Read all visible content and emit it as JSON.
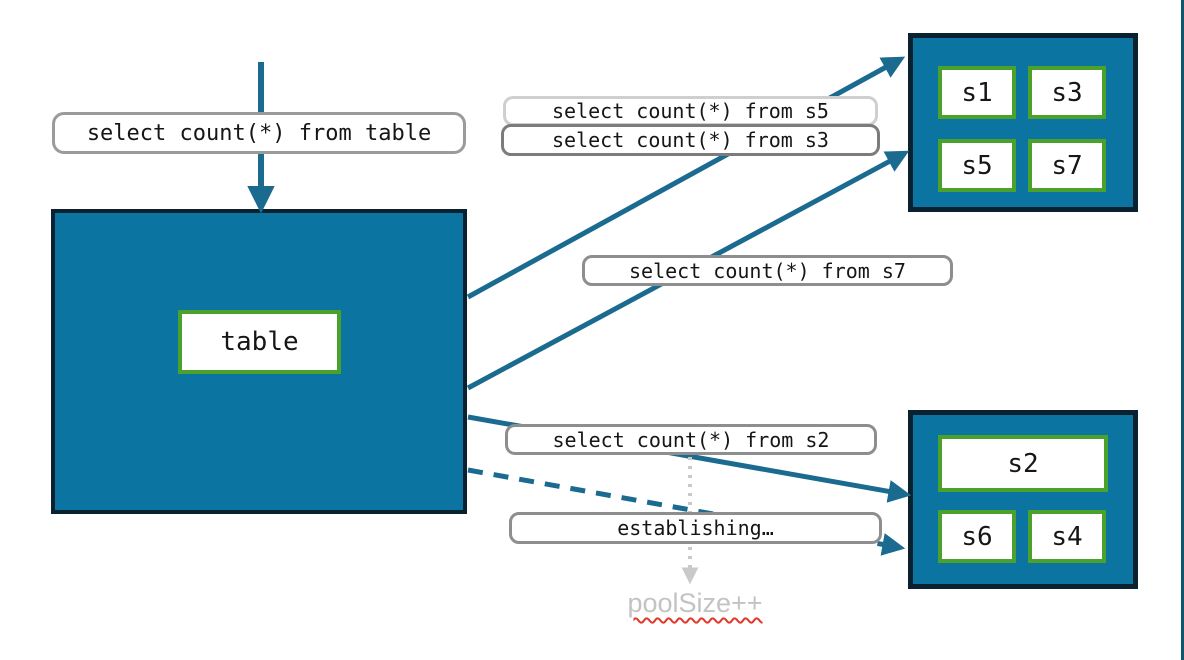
{
  "table_node": {
    "label": "table"
  },
  "queries": {
    "table": "select count(*) from table",
    "s5": "select count(*) from s5",
    "s3": "select count(*) from s3",
    "s7": "select count(*) from s7",
    "s2": "select count(*) from s2",
    "establishing": "establishing…"
  },
  "pools": {
    "top": {
      "shards": [
        "s1",
        "s3",
        "s5",
        "s7"
      ]
    },
    "bottom": {
      "shards": [
        "s2",
        "s6",
        "s4"
      ]
    }
  },
  "notes": {
    "pool_size": "poolSize++"
  },
  "colors": {
    "node_fill": "#0c74a0",
    "node_border": "#0a2130",
    "shard_border_green": "#4aa22c",
    "arrow_teal": "#1b6a90",
    "label_border_gray": "#8e8e8e",
    "label_border_light": "#cfcfcf",
    "dotted_arrow_gray": "#c9c9c9",
    "poolsize_text": "#c3c3c3",
    "squiggle_red": "#e0382a"
  }
}
